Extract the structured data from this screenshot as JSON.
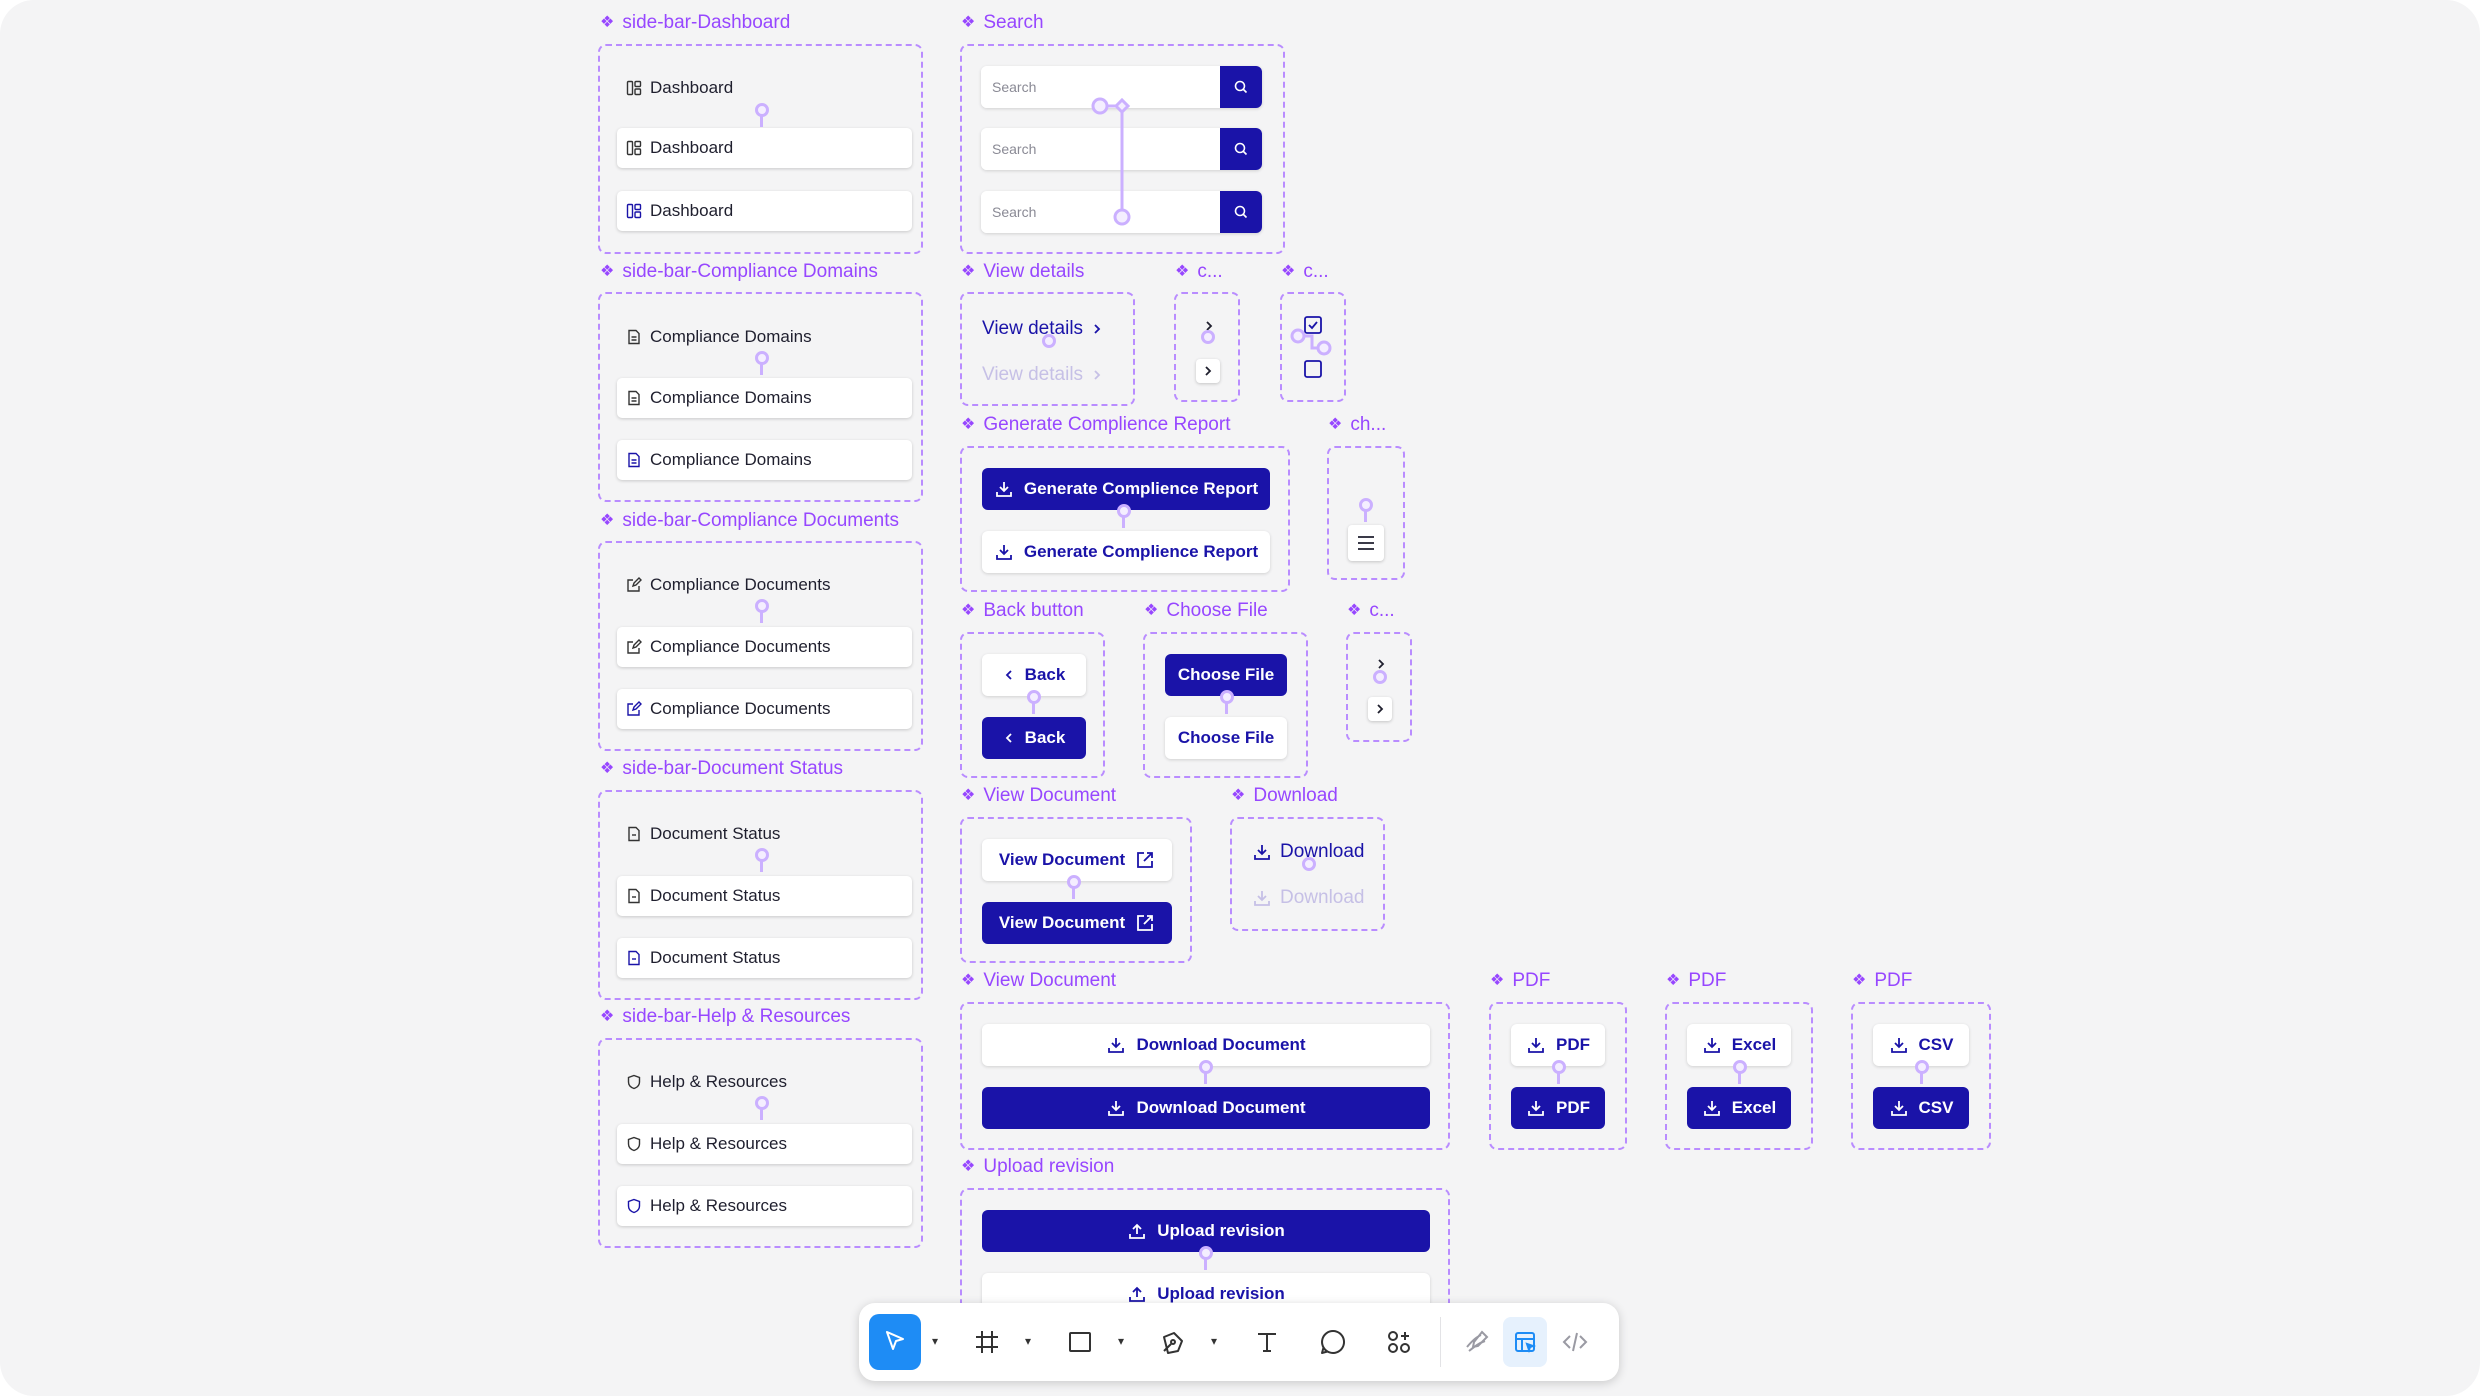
{
  "frames": {
    "sidebar_dashboard": "side-bar-Dashboard",
    "search": "Search",
    "sidebar_compliance_domains": "side-bar-Compliance Domains",
    "view_details": "View details",
    "c1": "c...",
    "c2": "c...",
    "generate_report": "Generate Complience Report",
    "ch": "ch...",
    "sidebar_compliance_documents": "side-bar-Compliance Documents",
    "back_button": "Back button",
    "choose_file": "Choose File",
    "c3": "c...",
    "sidebar_document_status": "side-bar-Document Status",
    "view_document": "View Document",
    "download": "Download",
    "view_document_2": "View Document",
    "pdf": "PDF",
    "pdf_2": "PDF",
    "pdf_3": "PDF",
    "sidebar_help": "side-bar-Help & Resources",
    "upload_revision": "Upload revision"
  },
  "sidebar": {
    "dashboard": "Dashboard",
    "compliance_domains": "Compliance Domains",
    "compliance_documents": "Compliance Documents",
    "document_status": "Document Status",
    "help_resources": "Help & Resources"
  },
  "search": {
    "placeholder": "Search"
  },
  "view_details": {
    "label": "View details"
  },
  "generate_report": {
    "label": "Generate Complience Report"
  },
  "back": {
    "label": "Back"
  },
  "choose_file": {
    "label": "Choose File"
  },
  "view_document": {
    "label": "View Document"
  },
  "download": {
    "label": "Download"
  },
  "download_document": {
    "label": "Download Document"
  },
  "formats": {
    "pdf": "PDF",
    "excel": "Excel",
    "csv": "CSV"
  },
  "upload_revision": {
    "label": "Upload revision"
  },
  "colors": {
    "accent": "#1a13a8",
    "frame": "#9747ff",
    "canvas": "#f4f4f5",
    "tool_active": "#1e8cf5"
  },
  "toolbar": {
    "tools": [
      "move-tool",
      "frame-tool",
      "rectangle-tool",
      "pen-tool",
      "text-tool",
      "comment-tool",
      "actions-tool",
      "draw-mode",
      "design-mode",
      "dev-mode"
    ],
    "active": "move-tool"
  }
}
